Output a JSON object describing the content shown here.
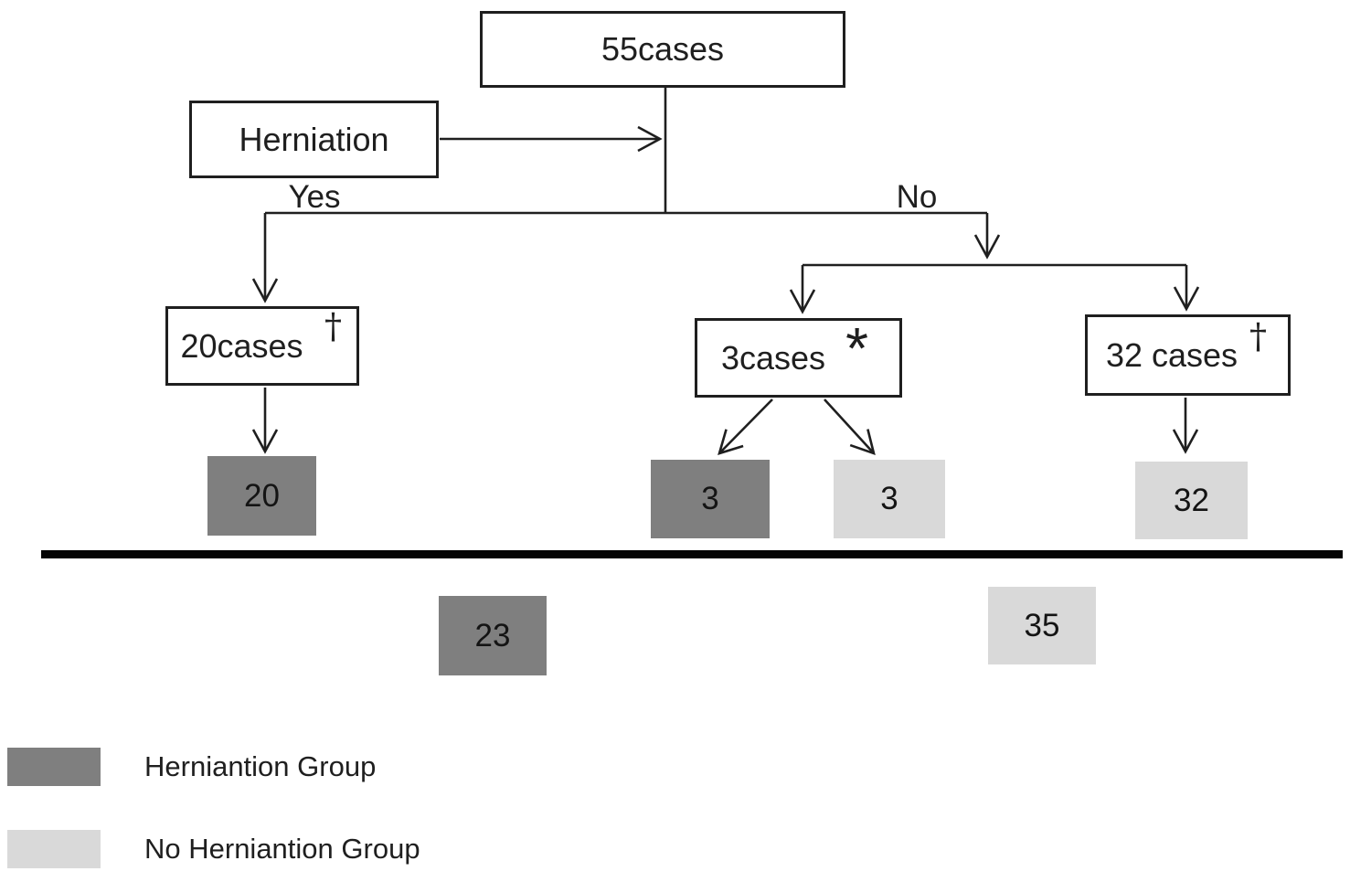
{
  "diagram": {
    "root_box": {
      "label": "55cases"
    },
    "decision_box": {
      "label": "Herniation"
    },
    "branches": {
      "yes": "Yes",
      "no": "No"
    },
    "nodes": {
      "herniation": {
        "label": "20cases",
        "marker": "†"
      },
      "mixed": {
        "label": "3cases",
        "marker": "*"
      },
      "no_herniation": {
        "label": "32 cases",
        "marker": "†"
      }
    },
    "counts": {
      "herniation_20": "20",
      "mixed_herniation_3": "3",
      "mixed_no_herniation_3": "3",
      "no_herniation_32": "32",
      "total_herniation": "23",
      "total_no_herniation": "35"
    },
    "legend": {
      "herniation": {
        "label": "Herniantion Group",
        "color": "#7f7f7f"
      },
      "no_herniation": {
        "label": "No Herniantion Group",
        "color": "#d9d9d9"
      }
    },
    "colors": {
      "herniation_group": "#7f7f7f",
      "no_herniation_group": "#d9d9d9",
      "line": "#1f1f1f"
    }
  }
}
